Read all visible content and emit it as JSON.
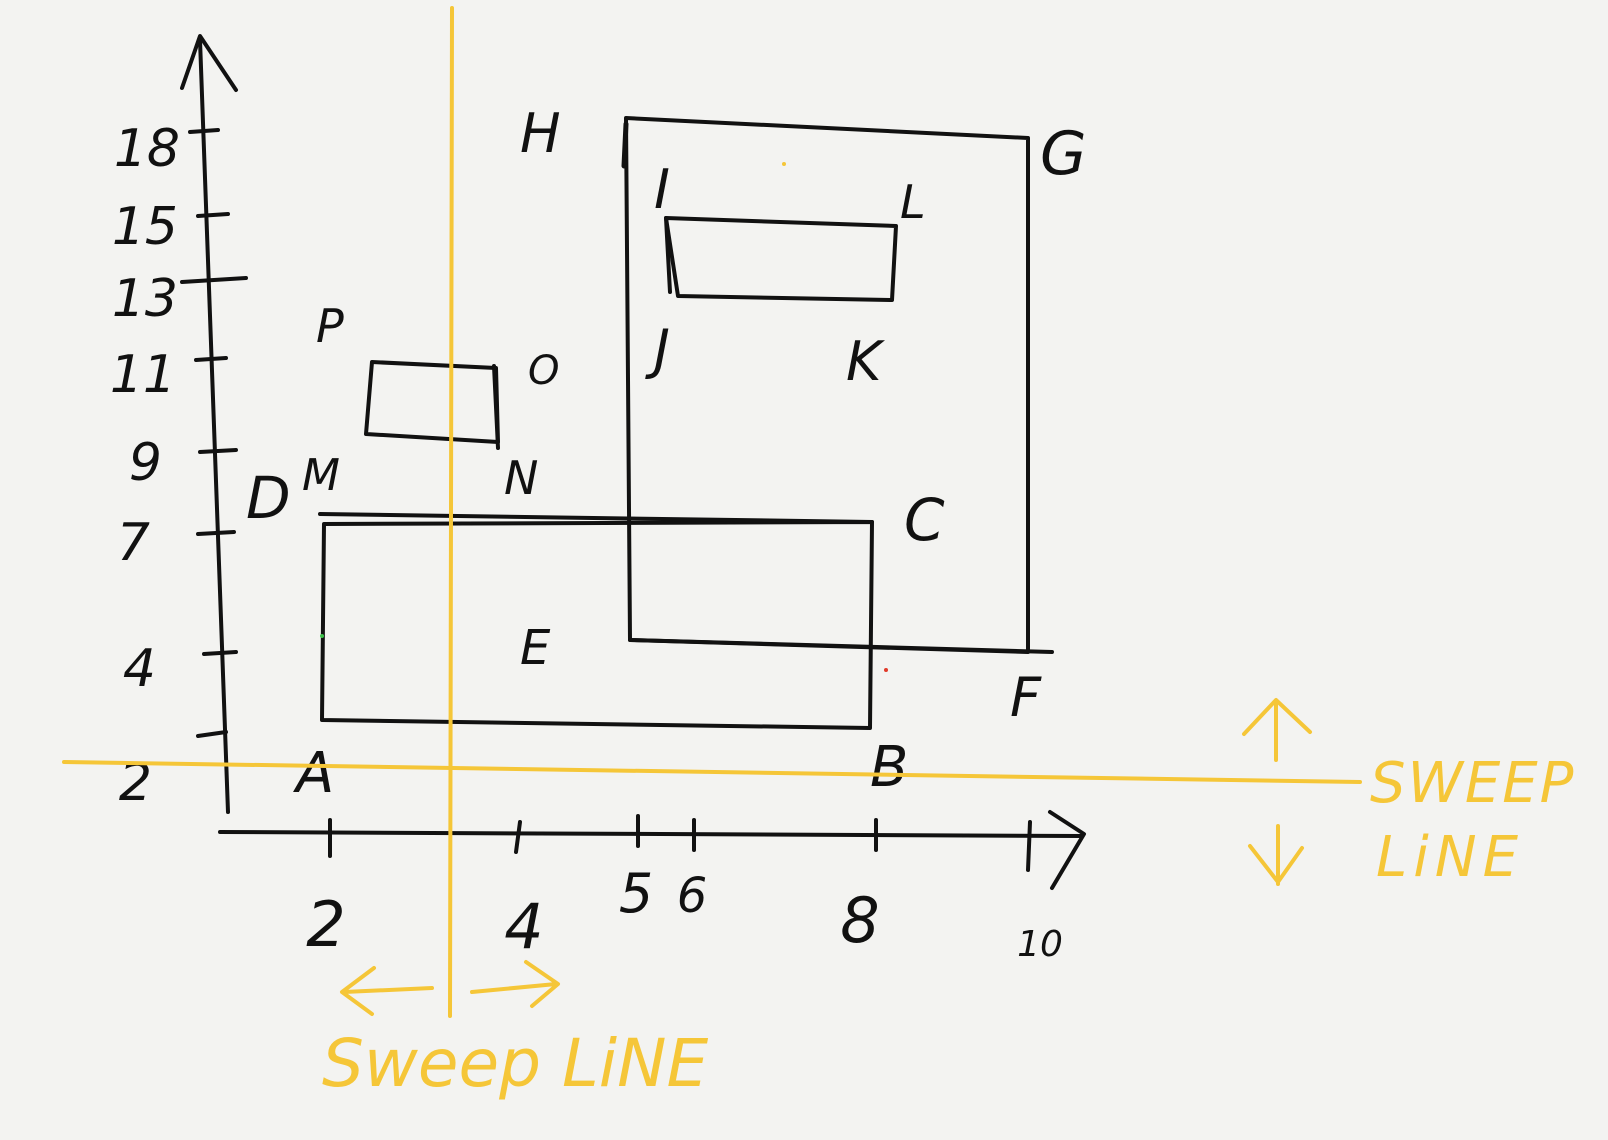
{
  "colors": {
    "paper": "#f3f3f1",
    "ink": "#111111",
    "sweep": "#f5c638"
  },
  "y_ticks": [
    "18",
    "15",
    "13",
    "11",
    "9",
    "7",
    "4",
    "2"
  ],
  "x_ticks": [
    "2",
    "4",
    "5",
    "6",
    "8",
    "10"
  ],
  "vertices": {
    "A": "A",
    "B": "B",
    "C": "C",
    "D": "D",
    "E": "E",
    "F": "F",
    "G": "G",
    "H": "H",
    "I": "I",
    "J": "J",
    "K": "K",
    "L": "L",
    "M": "M",
    "N": "N",
    "O": "O",
    "P": "P"
  },
  "sweep_horizontal": {
    "label_line1": "SWEEP",
    "label_line2": "LiNE"
  },
  "sweep_vertical": {
    "label": "Sweep LiNE"
  }
}
